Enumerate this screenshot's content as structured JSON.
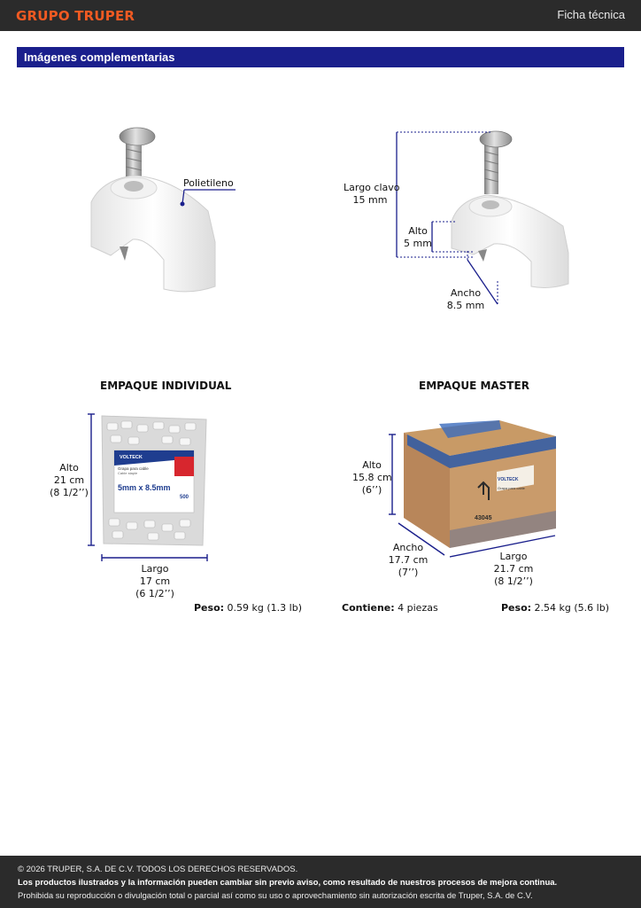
{
  "header": {
    "brand": "GRUPO TRUPER",
    "doc_type": "Ficha técnica"
  },
  "section": {
    "title": "Imágenes complementarias"
  },
  "product": {
    "material_label": "Polietileno",
    "dims": {
      "largo_clavo_label": "Largo clavo",
      "largo_clavo_value": "15 mm",
      "alto_label": "Alto",
      "alto_value": "5 mm",
      "ancho_label": "Ancho",
      "ancho_value": "8.5 mm"
    }
  },
  "individual": {
    "heading": "EMPAQUE INDIVIDUAL",
    "alto_label": "Alto",
    "alto_cm": "21 cm",
    "alto_in": "(8 1/2’’)",
    "largo_label": "Largo",
    "largo_cm": "17 cm",
    "largo_in": "(6 1/2’’)",
    "peso_label": "Peso:",
    "peso_value": "0.59 kg (1.3 lb)",
    "bag": {
      "brand": "VOLTECK",
      "product": "Grapa para cable",
      "product_en": "Cable staple",
      "size": "5mm x 8.5mm",
      "count": "500"
    }
  },
  "master": {
    "heading": "EMPAQUE MASTER",
    "alto_label": "Alto",
    "alto_cm": "15.8 cm",
    "alto_in": "(6’’)",
    "ancho_label": "Ancho",
    "ancho_cm": "17.7 cm",
    "ancho_in": "(7’’)",
    "largo_label": "Largo",
    "largo_cm": "21.7 cm",
    "largo_in": "(8 1/2’’)",
    "contiene_label": "Contiene:",
    "contiene_value": "4 piezas",
    "peso_label": "Peso:",
    "peso_value": "2.54 kg (5.6 lb)",
    "box": {
      "brand": "VOLTECK",
      "code": "43045",
      "product": "Grapa para cable"
    }
  },
  "footer": {
    "copyright": "© 2026 TRUPER, S.A. DE C.V. TODOS LOS DERECHOS RESERVADOS.",
    "notice": "Los productos ilustrados y la información pueden cambiar sin previo aviso, como resultado de nuestros procesos de mejora continua.",
    "prohibition": "Prohibida su reproducción o divulgación total o parcial así como su uso o aprovechamiento sin autorización escrita de Truper, S.A. de C.V."
  },
  "colors": {
    "brand": "#f15a22",
    "section_bar": "#1a1f8c",
    "dim_line": "#1a1f8c",
    "dark_bar": "#2b2b2b"
  }
}
